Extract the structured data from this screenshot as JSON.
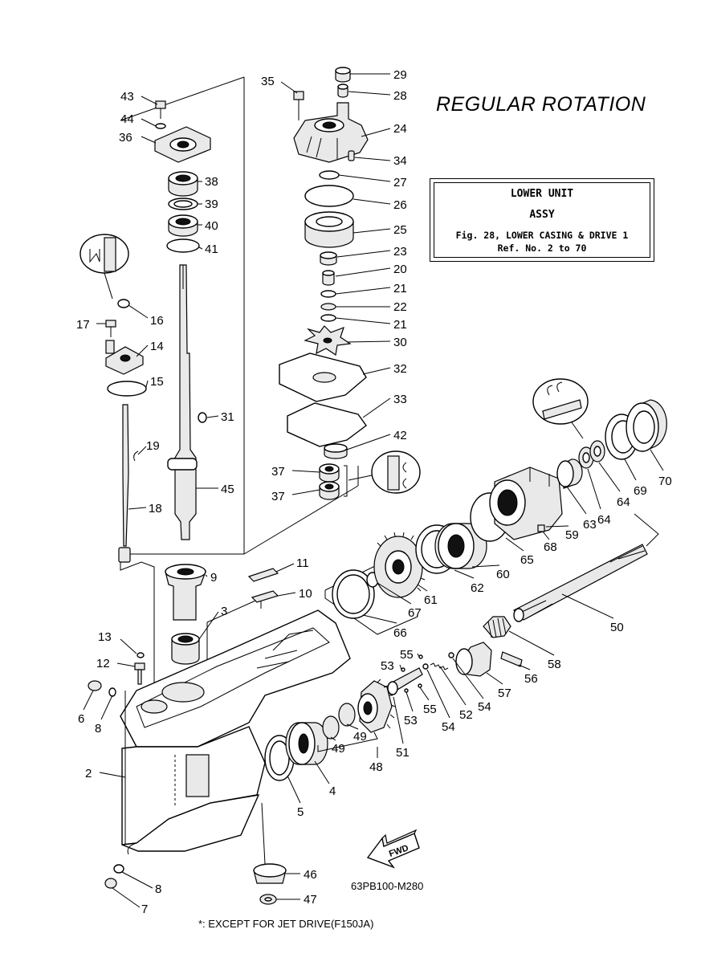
{
  "title": "REGULAR ROTATION",
  "assembly": {
    "ref": "1",
    "line1": "LOWER UNIT",
    "line2": "ASSY",
    "line3": "Fig. 28, LOWER CASING & DRIVE 1",
    "line4": "Ref. No. 2 to 70"
  },
  "drawing_code": "63PB100-M280",
  "footnote": "*: EXCEPT FOR JET DRIVE(F150JA)",
  "fwd_label": "FWD",
  "callouts": [
    {
      "text": "29"
    },
    {
      "text": "28"
    },
    {
      "text": "24"
    },
    {
      "text": "34"
    },
    {
      "text": "27"
    },
    {
      "text": "26"
    },
    {
      "text": "25"
    },
    {
      "text": "23"
    },
    {
      "text": "20"
    },
    {
      "text": "21"
    },
    {
      "text": "22"
    },
    {
      "text": "21"
    },
    {
      "text": "30"
    },
    {
      "text": "32"
    },
    {
      "text": "33"
    },
    {
      "text": "42"
    },
    {
      "text": "37"
    },
    {
      "text": "37"
    },
    {
      "text": "35"
    },
    {
      "text": "43"
    },
    {
      "text": "44"
    },
    {
      "text": "36"
    },
    {
      "text": "38"
    },
    {
      "text": "39"
    },
    {
      "text": "40"
    },
    {
      "text": "41"
    },
    {
      "text": "16"
    },
    {
      "text": "17"
    },
    {
      "text": "14"
    },
    {
      "text": "15"
    },
    {
      "text": "31"
    },
    {
      "text": "19"
    },
    {
      "text": "18"
    },
    {
      "text": "45"
    },
    {
      "text": "11"
    },
    {
      "text": "10"
    },
    {
      "text": "9"
    },
    {
      "text": "3"
    },
    {
      "text": "13"
    },
    {
      "text": "12"
    },
    {
      "text": "6"
    },
    {
      "text": "8"
    },
    {
      "text": "2"
    },
    {
      "text": "8"
    },
    {
      "text": "7"
    },
    {
      "text": "5"
    },
    {
      "text": "4"
    },
    {
      "text": "46"
    },
    {
      "text": "47"
    },
    {
      "text": "49"
    },
    {
      "text": "49"
    },
    {
      "text": "48"
    },
    {
      "text": "51"
    },
    {
      "text": "53"
    },
    {
      "text": "55"
    },
    {
      "text": "53"
    },
    {
      "text": "55"
    },
    {
      "text": "54"
    },
    {
      "text": "52"
    },
    {
      "text": "54"
    },
    {
      "text": "57"
    },
    {
      "text": "56"
    },
    {
      "text": "58"
    },
    {
      "text": "50"
    },
    {
      "text": "66"
    },
    {
      "text": "67"
    },
    {
      "text": "61"
    },
    {
      "text": "62"
    },
    {
      "text": "60"
    },
    {
      "text": "65"
    },
    {
      "text": "68"
    },
    {
      "text": "59"
    },
    {
      "text": "63"
    },
    {
      "text": "64"
    },
    {
      "text": "64"
    },
    {
      "text": "69"
    },
    {
      "text": "70"
    }
  ]
}
